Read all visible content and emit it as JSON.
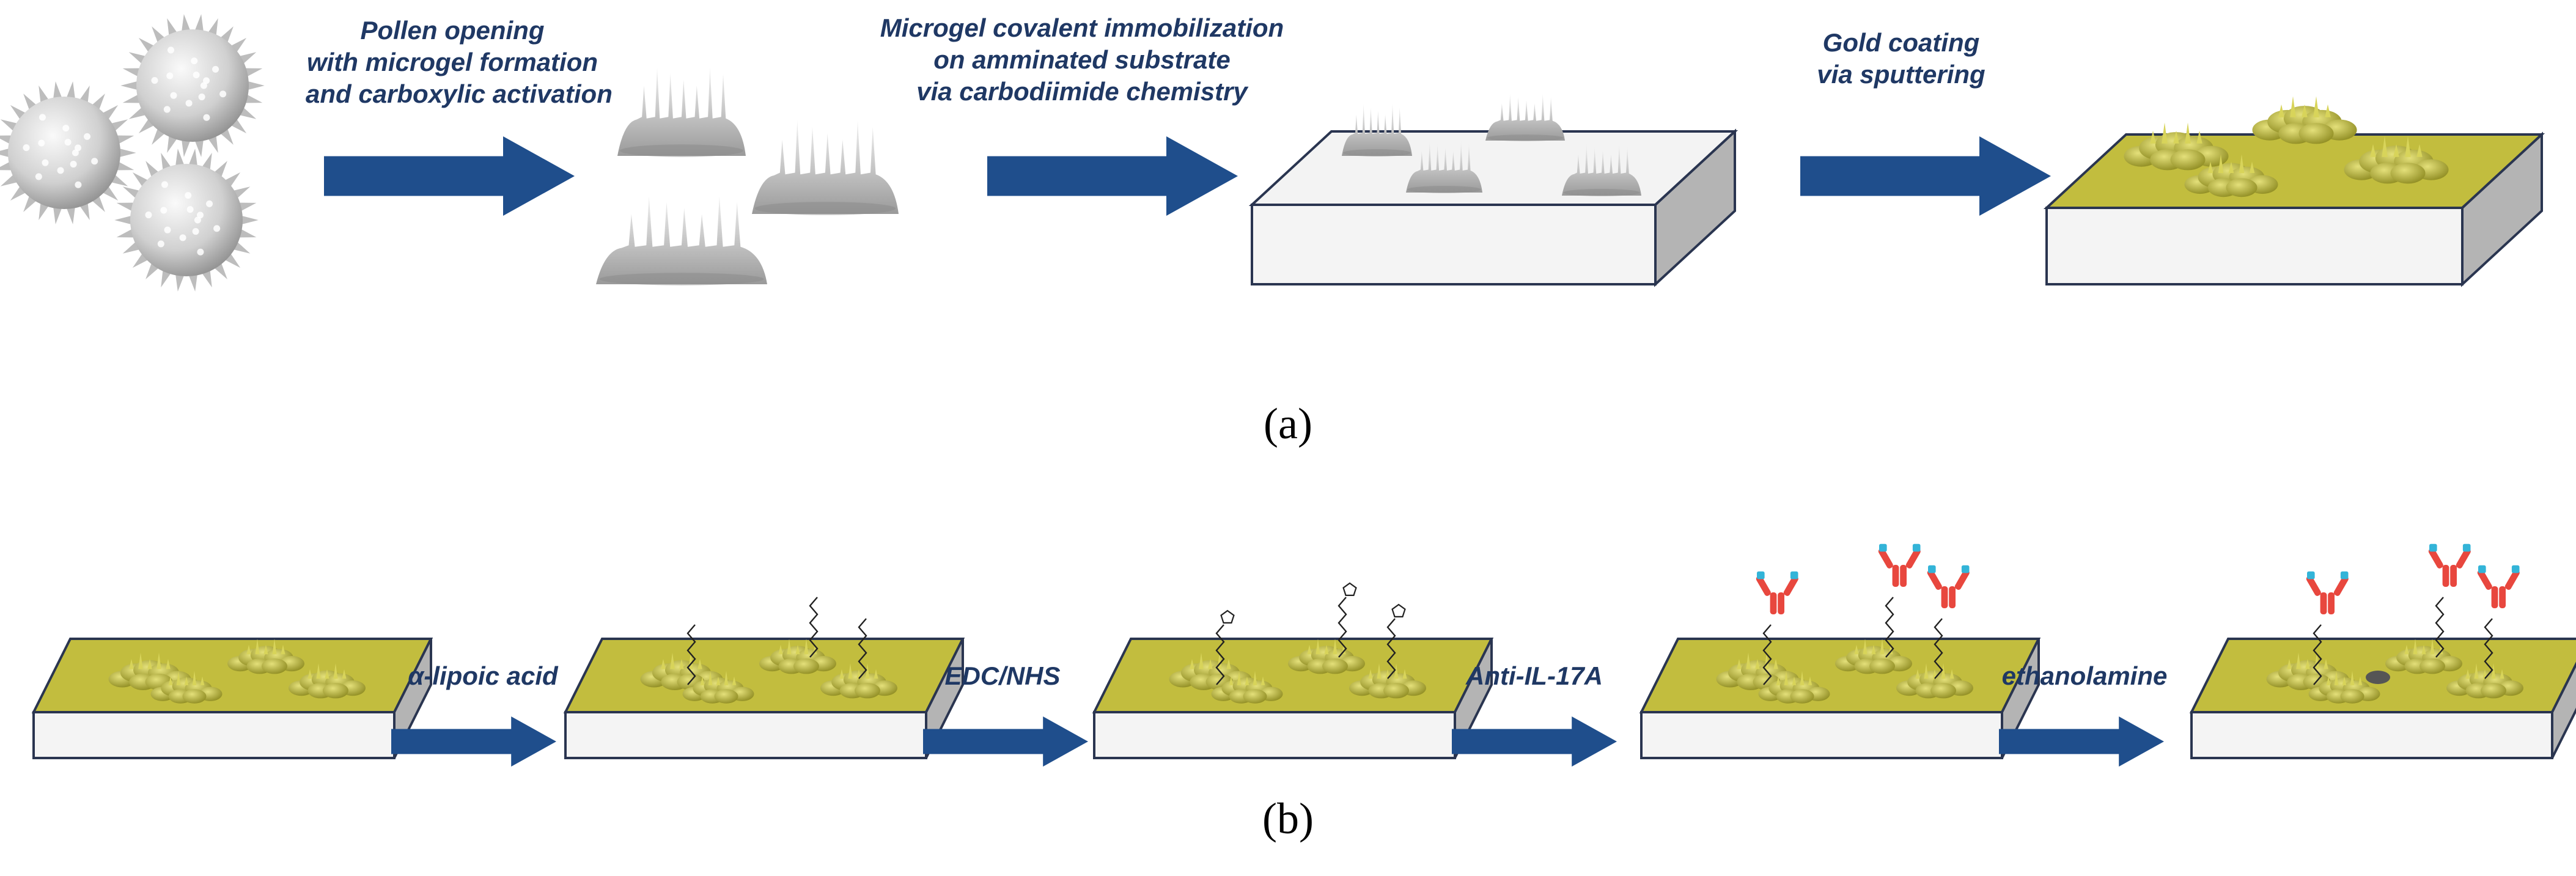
{
  "panels": [
    {
      "label": "(a)",
      "steps": [
        {
          "text": "Pollen opening\nwith microgel formation\nand carboxylic activation"
        },
        {
          "text": "Microgel covalent immobilization\non amminated substrate\nvia carbodiimide chemistry"
        },
        {
          "text": "Gold coating\nvia sputtering"
        }
      ],
      "stages": [
        {
          "name": "pollen-grains",
          "icon": "spiky-pollen-icon"
        },
        {
          "name": "opened-pollen-microgels",
          "icon": "opened-pollen-icon"
        },
        {
          "name": "microgels-on-substrate",
          "icon": "white-substrate-icon"
        },
        {
          "name": "gold-coated-substrate",
          "icon": "gold-substrate-icon"
        }
      ]
    },
    {
      "label": "(b)",
      "steps": [
        {
          "text": "α-lipoic acid"
        },
        {
          "text": "EDC/NHS"
        },
        {
          "text": "Anti-IL-17A"
        },
        {
          "text": "ethanolamine"
        }
      ],
      "stages": [
        {
          "name": "gold-substrate",
          "icon": "gold-substrate-icon"
        },
        {
          "name": "lipoic-acid-monolayer",
          "icon": "lipoic-acid-chain-icon"
        },
        {
          "name": "nhs-ester-activated",
          "icon": "nhs-ester-icon"
        },
        {
          "name": "antibody-immobilized",
          "icon": "antibody-icon"
        },
        {
          "name": "ethanolamine-blocked",
          "icon": "antibody-icon"
        }
      ]
    }
  ],
  "colors": {
    "arrow": "#1f4e8c",
    "label_text": "#1f3864",
    "gold_top": "#c2bd3e",
    "gold_dark": "#9c9a2a",
    "slab_front": "#f4f4f4",
    "slab_side": "#b4b4b4",
    "slab_outline": "#2a3550",
    "white_top": "#f3f3f3",
    "pollen": "#d9d9d9",
    "antibody_red": "#e8473e",
    "antibody_cyan": "#33b4d8"
  }
}
